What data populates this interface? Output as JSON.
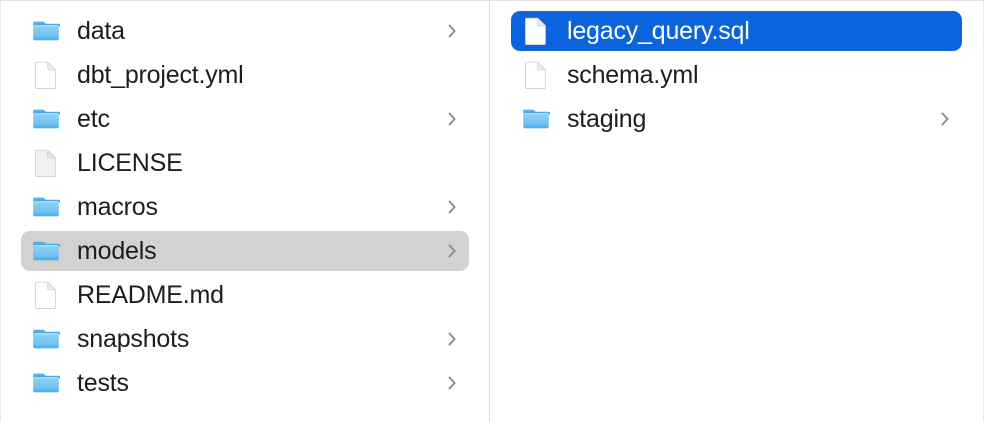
{
  "window": {
    "view": "column-view",
    "accent_color": "#0b64dd",
    "inactive_selection_color": "#d2d2d2",
    "folder_color": "#6fc3f0",
    "text_color": "#1d1d1f"
  },
  "columns": [
    {
      "name": "parent-column",
      "items": [
        {
          "label": "data",
          "icon": "folder-icon",
          "has_chevron": true,
          "selected": "none"
        },
        {
          "label": "dbt_project.yml",
          "icon": "document-icon",
          "has_chevron": false,
          "selected": "none"
        },
        {
          "label": "etc",
          "icon": "folder-icon",
          "has_chevron": true,
          "selected": "none"
        },
        {
          "label": "LICENSE",
          "icon": "plain-file-icon",
          "has_chevron": false,
          "selected": "none"
        },
        {
          "label": "macros",
          "icon": "folder-icon",
          "has_chevron": true,
          "selected": "none"
        },
        {
          "label": "models",
          "icon": "folder-icon",
          "has_chevron": true,
          "selected": "inactive"
        },
        {
          "label": "README.md",
          "icon": "document-icon",
          "has_chevron": false,
          "selected": "none"
        },
        {
          "label": "snapshots",
          "icon": "folder-icon",
          "has_chevron": true,
          "selected": "none"
        },
        {
          "label": "tests",
          "icon": "folder-icon",
          "has_chevron": true,
          "selected": "none"
        }
      ]
    },
    {
      "name": "child-column",
      "items": [
        {
          "label": "legacy_query.sql",
          "icon": "document-icon",
          "has_chevron": false,
          "selected": "active"
        },
        {
          "label": "schema.yml",
          "icon": "document-icon",
          "has_chevron": false,
          "selected": "none"
        },
        {
          "label": "staging",
          "icon": "folder-icon",
          "has_chevron": true,
          "selected": "none"
        }
      ]
    }
  ]
}
